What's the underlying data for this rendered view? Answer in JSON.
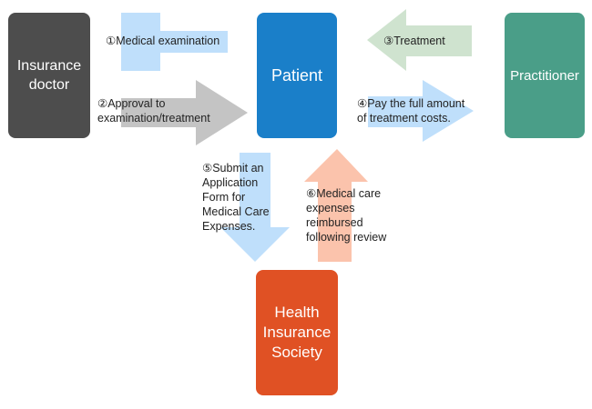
{
  "colors": {
    "insurance_doctor": "#4d4d4d",
    "patient": "#1a7fc9",
    "practitioner": "#4a9e88",
    "health_insurance_society": "#e05124",
    "arrow_light_blue": "#bfdffb",
    "arrow_gray": "#c4c4c4",
    "arrow_light_green": "#cfe3cf",
    "arrow_salmon": "#fbc3ac"
  },
  "nodes": {
    "insurance_doctor": "Insurance\ndoctor",
    "patient": "Patient",
    "practitioner": "Practitioner",
    "health_insurance_society": "Health\nInsurance\nSociety"
  },
  "edges": [
    {
      "id": "1",
      "text": "①Medical examination"
    },
    {
      "id": "2",
      "text": "②Approval to\nexamination/treatment"
    },
    {
      "id": "3",
      "text": "③Treatment"
    },
    {
      "id": "4",
      "text": "④Pay the full amount\nof treatment costs."
    },
    {
      "id": "5",
      "text": "⑤Submit an\nApplication\nForm for\nMedical Care\nExpenses."
    },
    {
      "id": "6",
      "text": "⑥Medical care\nexpenses\nreimbursed\nfollowing review"
    }
  ]
}
